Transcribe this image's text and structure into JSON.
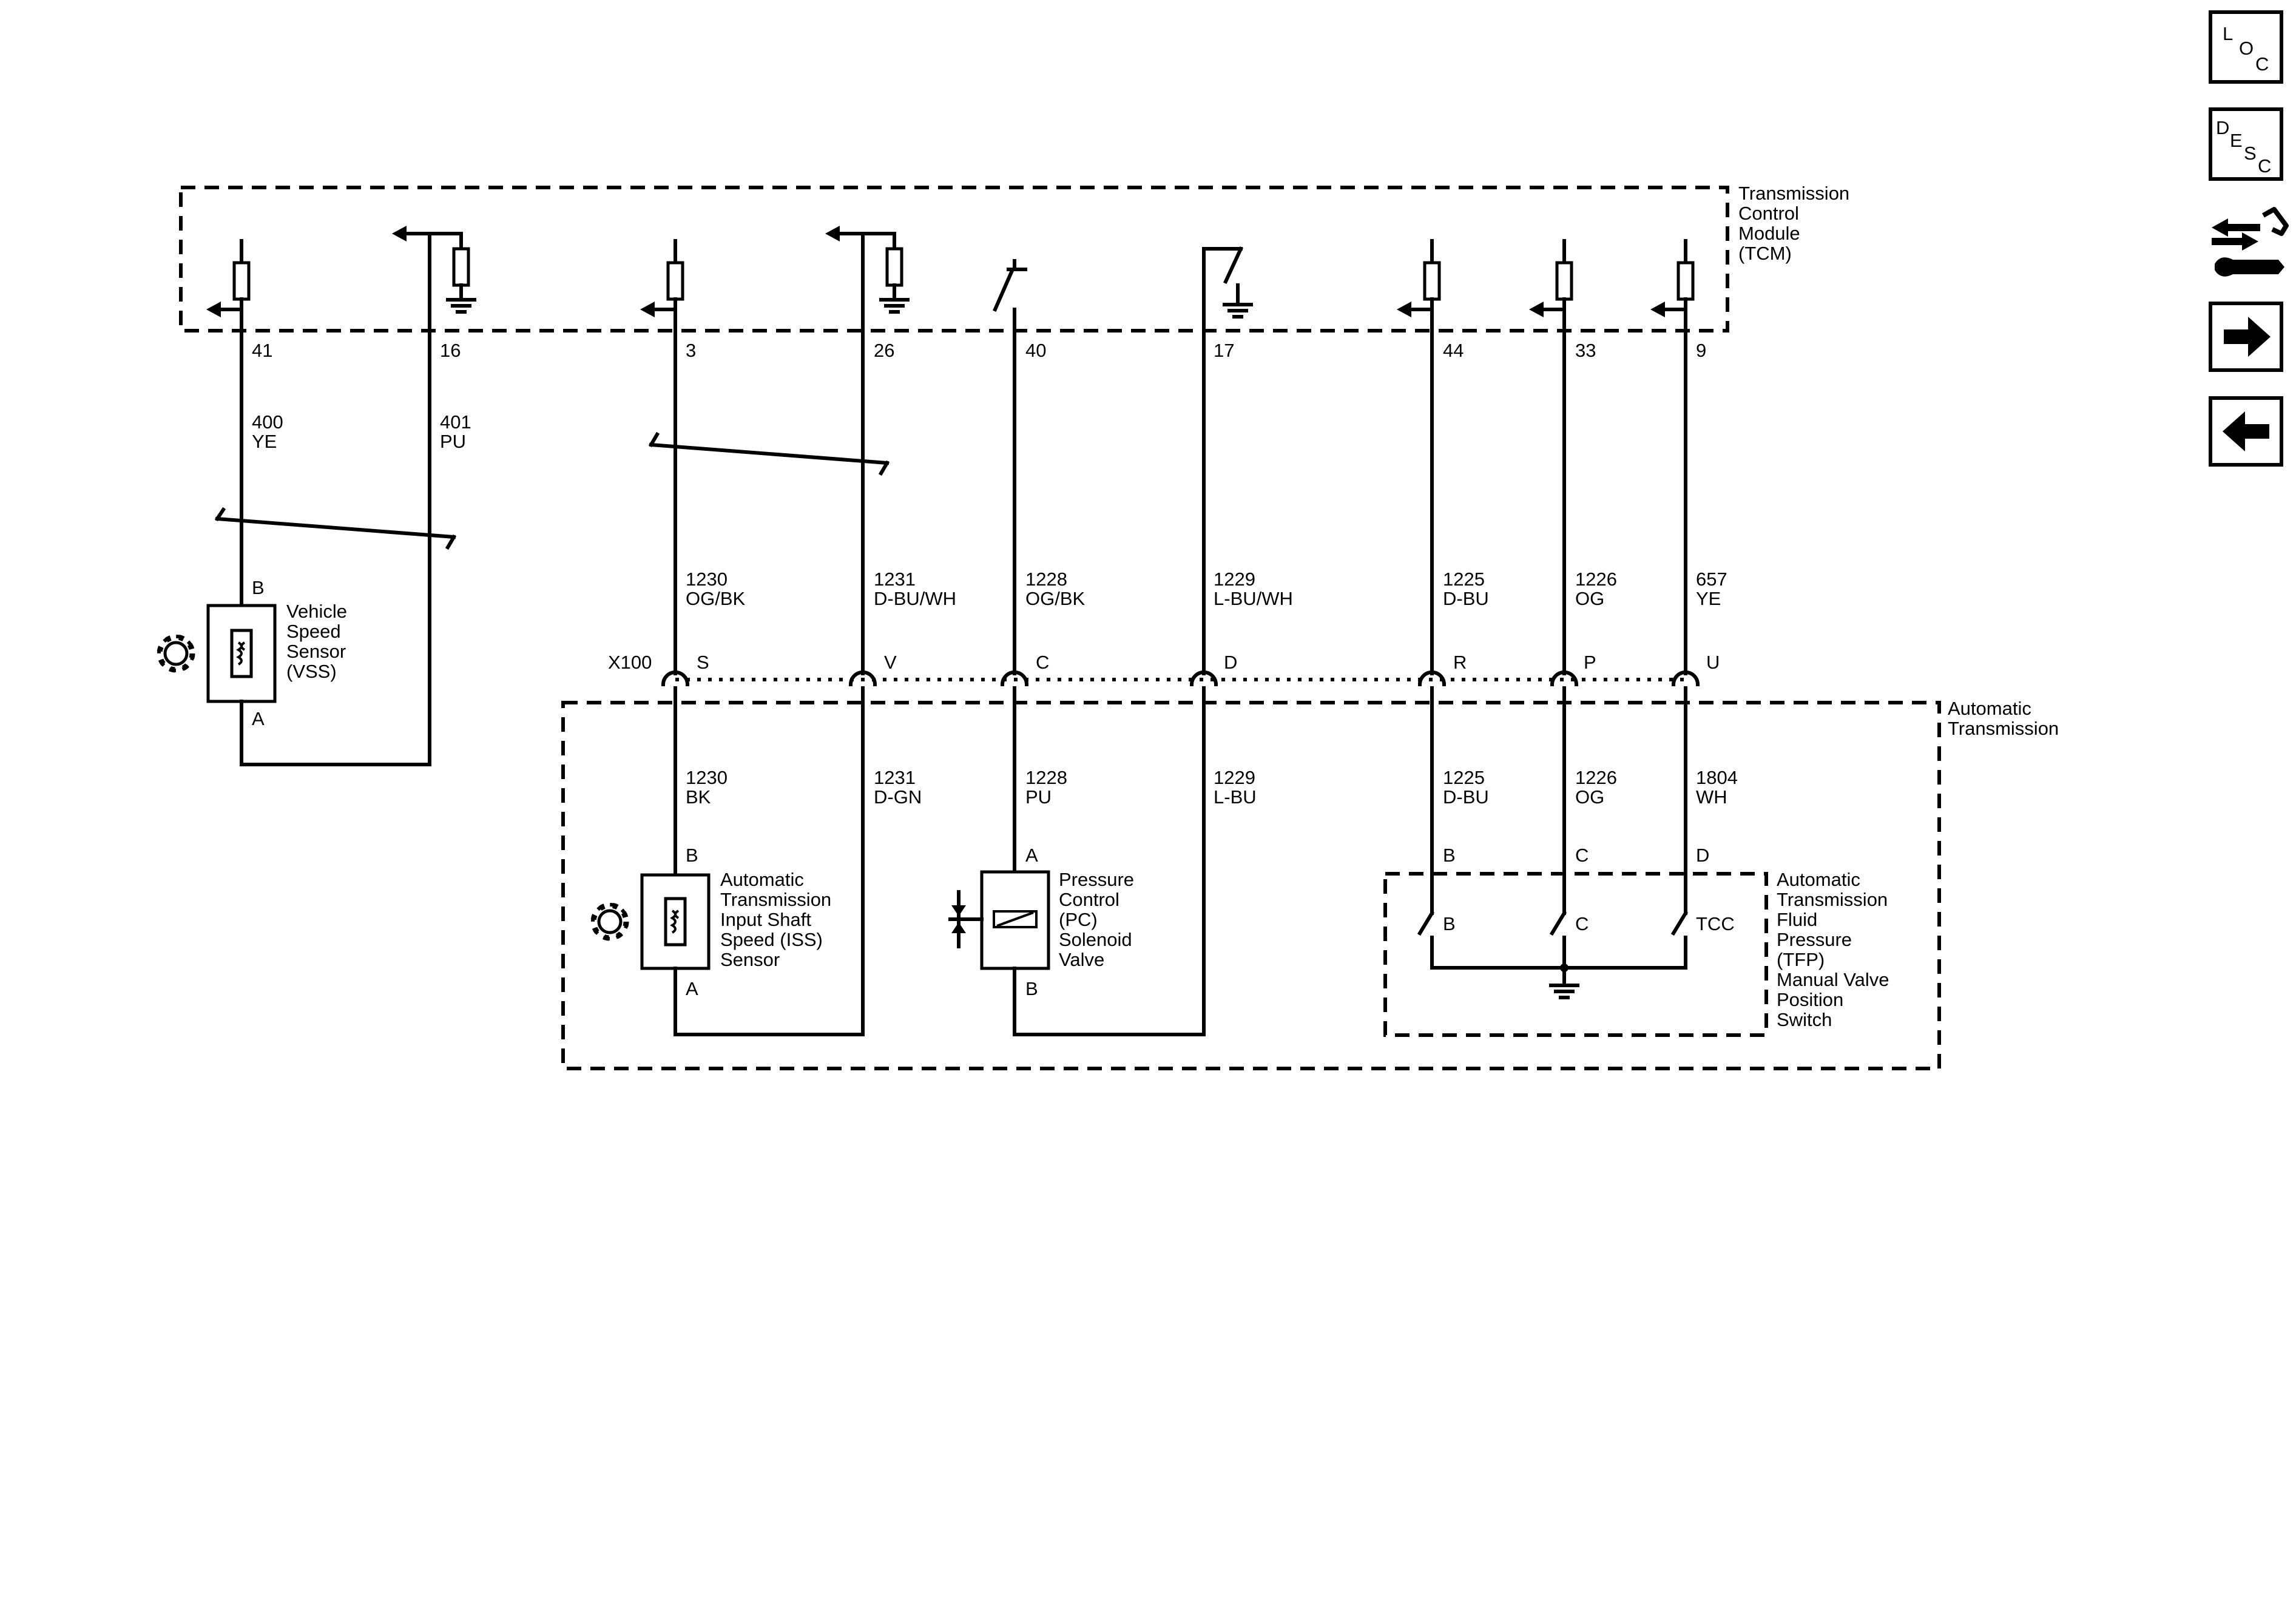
{
  "modules": {
    "tcm": [
      "Transmission",
      "Control",
      "Module",
      "(TCM)"
    ],
    "automatic_transmission": [
      "Automatic",
      "Transmission"
    ]
  },
  "tcm_pins": [
    "41",
    "16",
    "3",
    "26",
    "40",
    "17",
    "44",
    "33",
    "9"
  ],
  "upper_wires": {
    "vss_b": [
      "400",
      "YE"
    ],
    "vss_a": [
      "401",
      "PU"
    ],
    "s": [
      "1230",
      "OG/BK"
    ],
    "v": [
      "1231",
      "D-BU/WH"
    ],
    "c": [
      "1228",
      "OG/BK"
    ],
    "d": [
      "1229",
      "L-BU/WH"
    ],
    "r": [
      "1225",
      "D-BU"
    ],
    "p": [
      "1226",
      "OG"
    ],
    "u": [
      "657",
      "YE"
    ]
  },
  "connector": {
    "name": "X100",
    "pins": [
      "S",
      "V",
      "C",
      "D",
      "R",
      "P",
      "U"
    ]
  },
  "lower_wires": {
    "s": [
      "1230",
      "BK"
    ],
    "v": [
      "1231",
      "D-GN"
    ],
    "c": [
      "1228",
      "PU"
    ],
    "d": [
      "1229",
      "L-BU"
    ],
    "r": [
      "1225",
      "D-BU"
    ],
    "p": [
      "1226",
      "OG"
    ],
    "u": [
      "1804",
      "WH"
    ]
  },
  "components": {
    "vss": {
      "label": [
        "Vehicle",
        "Speed",
        "Sensor",
        "(VSS)"
      ],
      "pin_top": "B",
      "pin_bottom": "A"
    },
    "iss": {
      "label": [
        "Automatic",
        "Transmission",
        "Input Shaft",
        "Speed (ISS)",
        "Sensor"
      ],
      "pin_top": "B",
      "pin_bottom": "A"
    },
    "pc": {
      "label": [
        "Pressure",
        "Control",
        "(PC)",
        "Solenoid",
        "Valve"
      ],
      "pin_top": "A",
      "pin_bottom": "B"
    },
    "tfp": {
      "label": [
        "Automatic",
        "Transmission",
        "Fluid",
        "Pressure",
        "(TFP)",
        "Manual Valve",
        "Position",
        "Switch"
      ],
      "pins": [
        "B",
        "C",
        "D"
      ],
      "switches": [
        "B",
        "C",
        "TCC"
      ]
    }
  },
  "nav": {
    "loc": [
      "L",
      "O",
      "C"
    ],
    "desc": [
      "D",
      "E",
      "S",
      "C"
    ],
    "icons": [
      "connector-repair-icon",
      "next-arrow-icon",
      "previous-arrow-icon"
    ]
  }
}
